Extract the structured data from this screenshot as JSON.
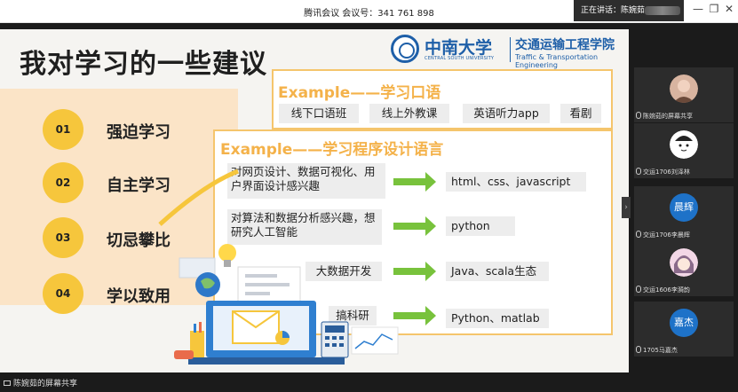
{
  "meeting": {
    "title": "腾讯会议 会议号：341 761 898",
    "speaking_label": "正在讲话：陈婉茹",
    "window_controls": [
      "—",
      "❐",
      "✕"
    ]
  },
  "slide": {
    "title": "我对学习的一些建议",
    "logo": {
      "university_cn": "中南大学",
      "university_en": "CENTRAL SOUTH UNIVERSITY",
      "college_cn": "交通运输工程学院",
      "college_en": "Traffic & Transportation Engineering"
    },
    "suggestions": [
      {
        "num": "01",
        "label": "强迫学习"
      },
      {
        "num": "02",
        "label": "自主学习"
      },
      {
        "num": "03",
        "label": "切忌攀比"
      },
      {
        "num": "04",
        "label": "学以致用"
      }
    ],
    "example1": {
      "title": "Example——学习口语",
      "chips": [
        "线下口语班",
        "线上外教课",
        "英语听力app",
        "看剧"
      ]
    },
    "example2": {
      "title": "Example——学习程序设计语言",
      "rows": [
        {
          "left": "对网页设计、数据可视化、用户界面设计感兴趣",
          "right": "html、css、javascript"
        },
        {
          "left": "对算法和数据分析感兴趣，想研究人工智能",
          "right": "python"
        },
        {
          "left": "大数据开发",
          "right": "Java、scala生态"
        },
        {
          "left": "搞科研",
          "right": "Python、matlab"
        }
      ]
    }
  },
  "participants": [
    {
      "name": "陈婉茹的屏幕共享",
      "avatar": "photo"
    },
    {
      "name": "交运1706刘泽林",
      "avatar": "cartoon"
    },
    {
      "name": "交运1706李晨辉",
      "avatar_text": "晨辉"
    },
    {
      "name": "交运1606李漪韵",
      "avatar": "anime"
    },
    {
      "name": "1705马嘉杰",
      "avatar_text": "嘉杰"
    }
  ],
  "collapse_icon": "chevron-right-icon",
  "share_bar": {
    "label": "陈婉茹的屏幕共享"
  },
  "colors": {
    "accent_yellow": "#f6c63c",
    "title_orange": "#f4b24a",
    "arrow_green": "#78c23c",
    "logo_blue": "#1e5fa8"
  }
}
